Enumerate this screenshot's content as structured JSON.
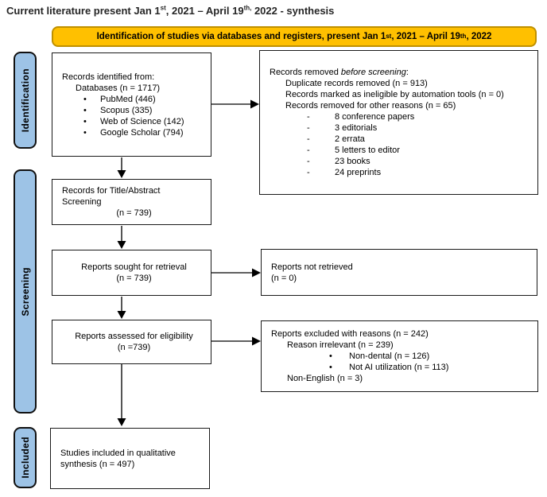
{
  "title": {
    "segments": [
      {
        "t": "Current literature present Jan 1"
      },
      {
        "t": "st",
        "sup": true
      },
      {
        "t": ", 2021 – April 19"
      },
      {
        "t": "th,",
        "sup": true
      },
      {
        "t": " 2022 - synthesis"
      }
    ]
  },
  "banner": {
    "segments": [
      {
        "t": "Identification of studies via databases and registers, present Jan 1"
      },
      {
        "t": "st",
        "sup": true
      },
      {
        "t": ", 2021 – April 19"
      },
      {
        "t": "th",
        "sup": true
      },
      {
        "t": ", 2022"
      }
    ],
    "fill_color": "#FFC000",
    "border_color": "#BF9000"
  },
  "side_labels": {
    "identification": "Identification",
    "screening": "Screening",
    "included": "Included",
    "fill_color": "#9DC3E6"
  },
  "boxes": {
    "records_identified": {
      "lines": [
        {
          "t": "Records identified from:"
        },
        {
          "t": "Databases (n = 1717)",
          "ind": 17
        },
        {
          "t": "PubMed (446)",
          "ind": 27,
          "b": "•",
          "bw": 21
        },
        {
          "t": "Scopus (335)",
          "ind": 27,
          "b": "•",
          "bw": 21
        },
        {
          "t": "Web of Science (142)",
          "ind": 27,
          "b": "•",
          "bw": 21
        },
        {
          "t": "Google Scholar (794)",
          "ind": 27,
          "b": "•",
          "bw": 21
        }
      ]
    },
    "records_removed": {
      "lines": [
        {
          "segs": [
            {
              "t": "Records removed "
            },
            {
              "t": "before screening",
              "i": true
            },
            {
              "t": ":"
            }
          ]
        },
        {
          "t": "Duplicate records removed (n = 913)",
          "ind": 20
        },
        {
          "t": "Records marked as ineligible by automation tools (n = 0)",
          "ind": 20
        },
        {
          "t": "Records removed for other reasons (n = 65)",
          "ind": 20
        },
        {
          "t": "8 conference papers",
          "ind": 47,
          "b": "-",
          "bw": 35
        },
        {
          "t": "3 editorials",
          "ind": 47,
          "b": "-",
          "bw": 35
        },
        {
          "t": "2 errata",
          "ind": 47,
          "b": "-",
          "bw": 35
        },
        {
          "t": "5 letters to editor",
          "ind": 47,
          "b": "-",
          "bw": 35
        },
        {
          "t": "23 books",
          "ind": 47,
          "b": "-",
          "bw": 35
        },
        {
          "t": "24 preprints",
          "ind": 47,
          "b": "-",
          "bw": 35
        }
      ]
    },
    "title_abstract_screening": {
      "lines": [
        {
          "t": "Records for Title/Abstract"
        },
        {
          "t": "Screening"
        },
        {
          "t": "(n = 739)",
          "al": "center"
        }
      ]
    },
    "reports_sought": {
      "lines": [
        {
          "t": "Reports sought for retrieval",
          "al": "center"
        },
        {
          "t": "(n = 739)",
          "al": "center"
        }
      ]
    },
    "reports_not_retrieved": {
      "lines": [
        {
          "t": "Reports not retrieved"
        },
        {
          "t": "(n = 0)"
        }
      ]
    },
    "reports_assessed": {
      "lines": [
        {
          "t": "Reports assessed for eligibility",
          "al": "center"
        },
        {
          "t": "(n =739)",
          "al": "center"
        }
      ]
    },
    "reports_excluded": {
      "lines": [
        {
          "t": "Reports excluded with reasons (n = 242)"
        },
        {
          "t": "Reason irrelevant (n = 239)",
          "ind": 20
        },
        {
          "t": "Non-dental (n = 126)",
          "ind": 73,
          "b": "•",
          "bw": 25
        },
        {
          "t": "Not AI utilization (n = 113)",
          "ind": 73,
          "b": "•",
          "bw": 25
        },
        {
          "t": "Non-English (n = 3)",
          "ind": 20
        }
      ]
    },
    "studies_included": {
      "lines": [
        {
          "t": "Studies included in qualitative"
        },
        {
          "t": "synthesis (n = 497)"
        }
      ]
    }
  }
}
